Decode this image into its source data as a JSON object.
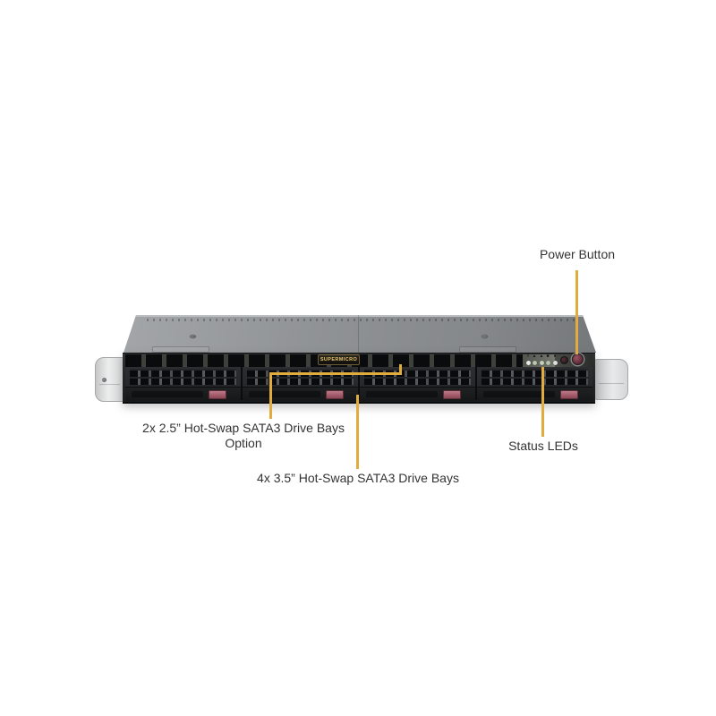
{
  "product": {
    "badge_text": "SUPERMICRO",
    "accent_color": "#e2ab3e",
    "led_colors": [
      "#e9eae7",
      "#b7c7ac",
      "#c6d0ba",
      "#b2c3a8",
      "#dedfdc"
    ],
    "status_icons": [
      {
        "name": "info-led-icon",
        "glyph": "i"
      },
      {
        "name": "power-led-icon",
        "glyph": "▲"
      },
      {
        "name": "nic1-activity-led-icon",
        "glyph": "▲"
      },
      {
        "name": "nic2-activity-led-icon",
        "glyph": "■"
      },
      {
        "name": "hdd-activity-led-icon",
        "glyph": "●"
      }
    ]
  },
  "callouts": {
    "power_button": "Power Button",
    "bays_25_line1": "2x 2.5” Hot-Swap SATA3 Drive Bays",
    "bays_25_line2": "Option",
    "bays_35": "4x 3.5” Hot-Swap SATA3 Drive Bays",
    "status_leds": "Status LEDs"
  }
}
